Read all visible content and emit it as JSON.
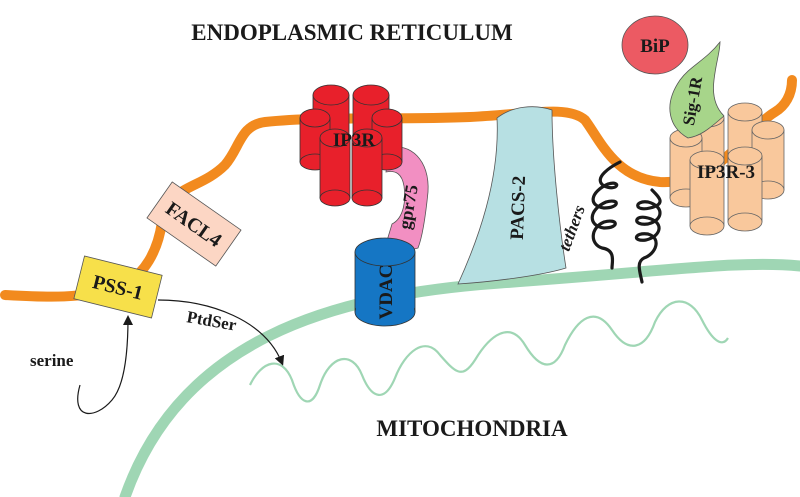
{
  "diagram": {
    "title_er": "ENDOPLASMIC RETICULUM",
    "title_mito": "MITOCHONDRIA",
    "labels": {
      "pss1": "PSS-1",
      "facl4": "FACL4",
      "ip3r": "IP3R",
      "gpr75": "gpr75",
      "vdac": "VDAC",
      "pacs2": "PACS-2",
      "tethers": "tethers",
      "bip": "BiP",
      "sig1r": "Sig-1R",
      "ip3r3": "IP3R-3",
      "serine": "serine",
      "ptdser": "PtdSer"
    },
    "colors": {
      "er_membrane": "#f28a1e",
      "mito_membrane": "#9fd6b4",
      "pss1": "#f7e04a",
      "facl4": "#fcd6c4",
      "ip3r": "#e8202b",
      "gpr75": "#f28fc2",
      "vdac": "#1576c4",
      "pacs2": "#b7e0e3",
      "bip": "#ec5a63",
      "sig1r": "#a7d58a",
      "ip3r3": "#f9c89c",
      "tethers": "#1a1a1a"
    }
  }
}
